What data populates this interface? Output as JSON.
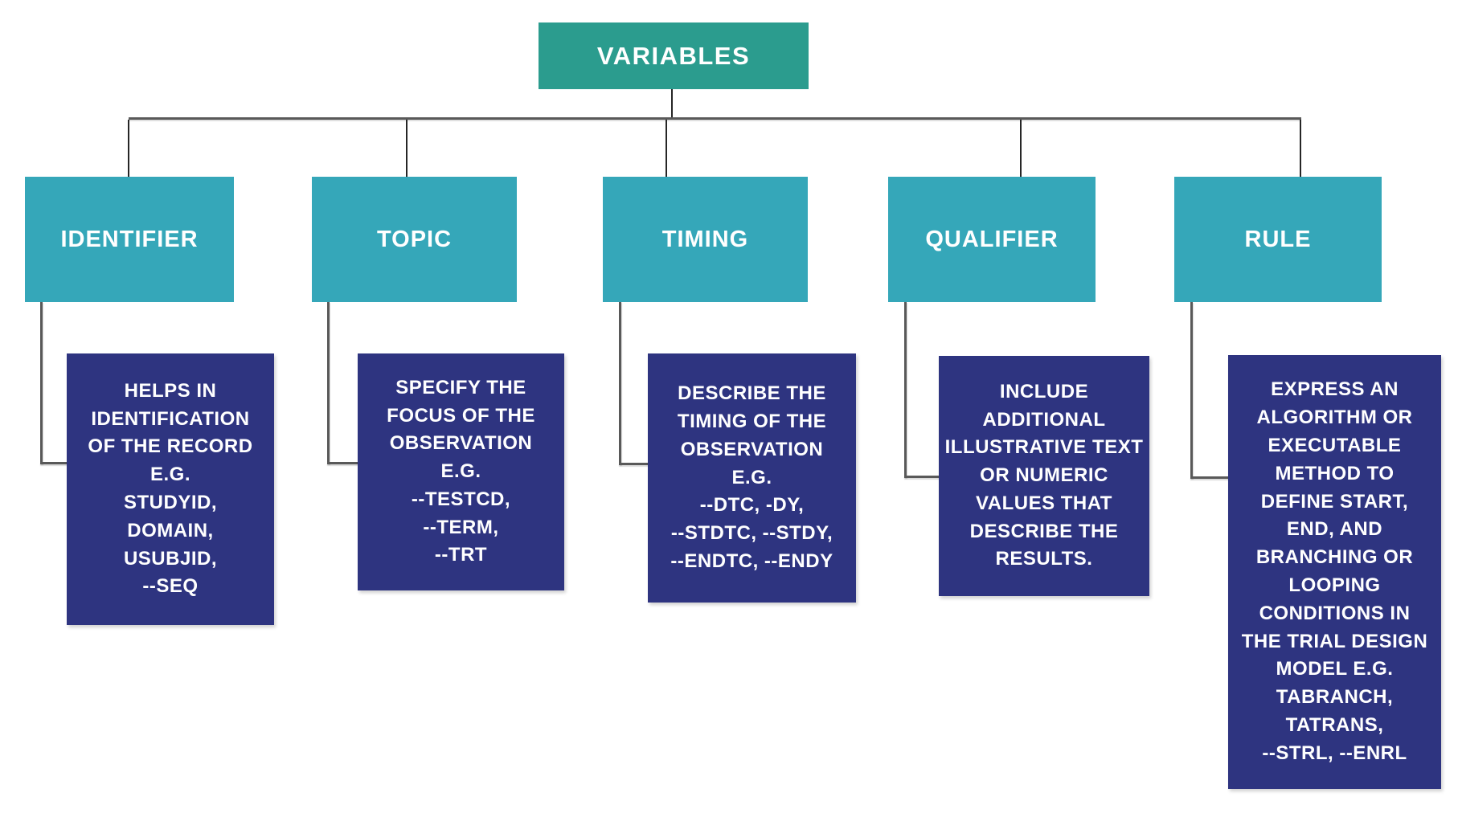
{
  "palette": {
    "canvas": "#FFFFFF",
    "root-bg": "#2B9C8E",
    "branch-bg": "#35A7B9",
    "desc-bg": "#2E3480",
    "text": "#FFFFFF",
    "line": "#595959",
    "drop-line": "#262626"
  },
  "root": {
    "label": "VARIABLES"
  },
  "nodes": [
    {
      "label": "IDENTIFIER",
      "description": "HELPS IN\nIDENTIFICATION\nOF THE RECORD\nE.G.\nSTUDYID,\nDOMAIN,\nUSUBJID,\n--SEQ"
    },
    {
      "label": "TOPIC",
      "description": "SPECIFY THE\nFOCUS OF THE\nOBSERVATION\nE.G.\n--TESTCD,\n--TERM,\n--TRT"
    },
    {
      "label": "TIMING",
      "description": "DESCRIBE THE\nTIMING OF THE\nOBSERVATION\nE.G.\n--DTC, -DY,\n--STDTC, --STDY,\n--ENDTC, --ENDY"
    },
    {
      "label": "QUALIFIER",
      "description": "INCLUDE\nADDITIONAL\nILLUSTRATIVE TEXT\nOR NUMERIC\nVALUES THAT\nDESCRIBE THE\nRESULTS."
    },
    {
      "label": "RULE",
      "description": "EXPRESS AN\nALGORITHM OR\nEXECUTABLE\nMETHOD TO\nDEFINE START,\nEND, AND\nBRANCHING OR\nLOOPING\nCONDITIONS IN\nTHE TRIAL DESIGN\nMODEL E.G.\nTABRANCH,\nTATRANS,\n--STRL, --ENRL"
    }
  ]
}
